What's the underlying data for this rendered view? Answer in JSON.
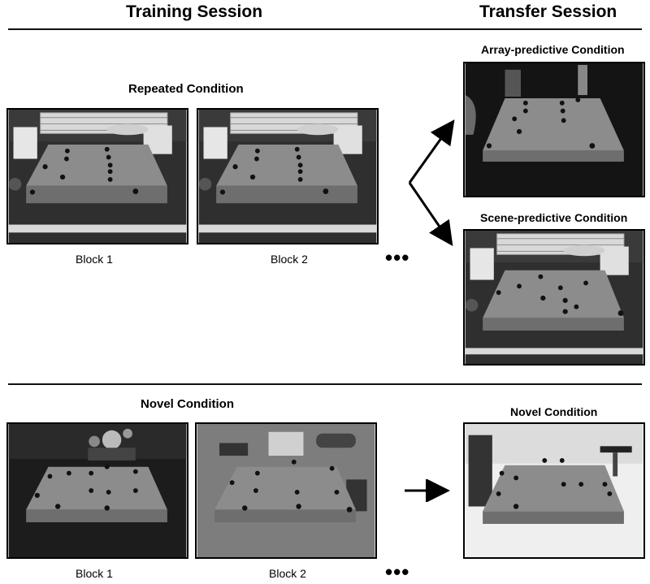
{
  "headers": {
    "training": "Training Session",
    "transfer": "Transfer Session"
  },
  "top": {
    "repeated_label": "Repeated Condition",
    "array_label": "Array-predictive Condition",
    "scene_label": "Scene-predictive Condition",
    "block1": "Block 1",
    "block2": "Block 2",
    "ellipsis": "•••"
  },
  "bottom": {
    "novel_label": "Novel Condition",
    "novel_transfer_label": "Novel Condition",
    "block1": "Block 1",
    "block2": "Block 2",
    "ellipsis": "•••"
  },
  "colors": {
    "platform_top": "#8c8c8c",
    "platform_side": "#6e6e6e",
    "target": "#111111",
    "patio_bg": "#2f2f2f",
    "music_bg": "#1c1c1c",
    "desk_bg": "#7d7d7d",
    "gym_bg": "#efefef"
  }
}
